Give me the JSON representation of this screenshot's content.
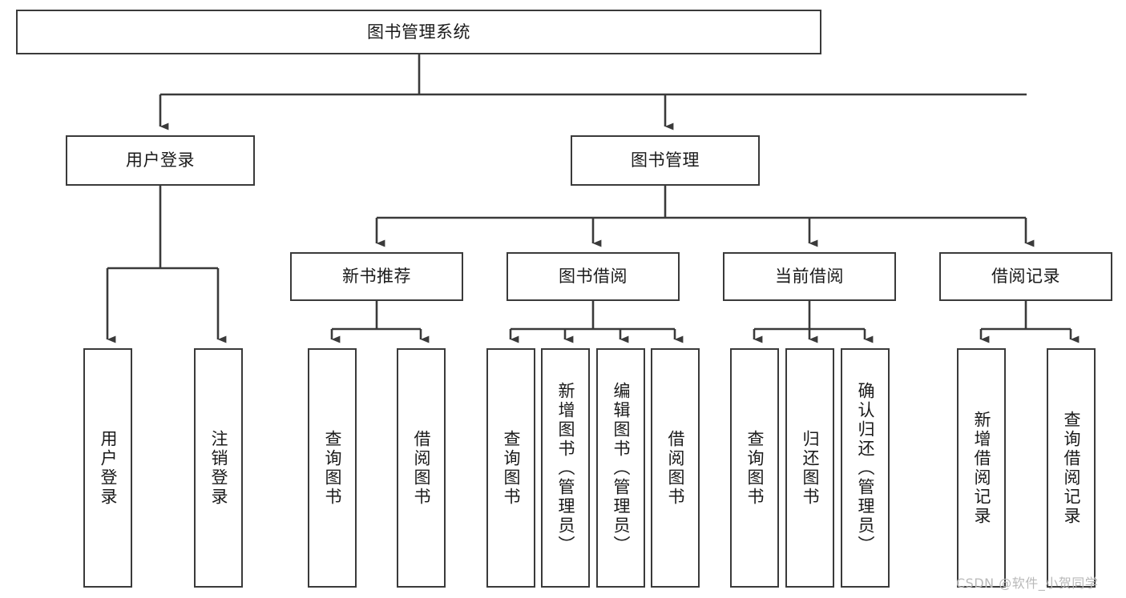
{
  "diagram": {
    "type": "tree",
    "title": "图书管理系统",
    "watermark": "CSDN @软件_小贺同学",
    "colors": {
      "stroke": "#3a3a3a",
      "text": "#1a1a1a",
      "background": "#ffffff",
      "watermark": "#b9b9b9"
    },
    "levels": {
      "root": {
        "label": "图书管理系统"
      },
      "level2": [
        {
          "label": "用户登录"
        },
        {
          "label": "图书管理"
        }
      ],
      "level3": [
        {
          "label": "新书推荐"
        },
        {
          "label": "图书借阅"
        },
        {
          "label": "当前借阅"
        },
        {
          "label": "借阅记录"
        }
      ],
      "leaves": {
        "user_login": [
          {
            "label": "用户登录"
          },
          {
            "label": "注销登录"
          }
        ],
        "new_book_recommend": [
          {
            "label": "查询图书"
          },
          {
            "label": "借阅图书"
          }
        ],
        "book_borrow": [
          {
            "label": "查询图书"
          },
          {
            "label": "新增图书（管理员）"
          },
          {
            "label": "编辑图书（管理员）"
          },
          {
            "label": "借阅图书"
          }
        ],
        "current_borrow": [
          {
            "label": "查询图书"
          },
          {
            "label": "归还图书"
          },
          {
            "label": "确认归还（管理员）"
          }
        ],
        "borrow_record": [
          {
            "label": "新增借阅记录"
          },
          {
            "label": "查询借阅记录"
          }
        ]
      }
    }
  }
}
